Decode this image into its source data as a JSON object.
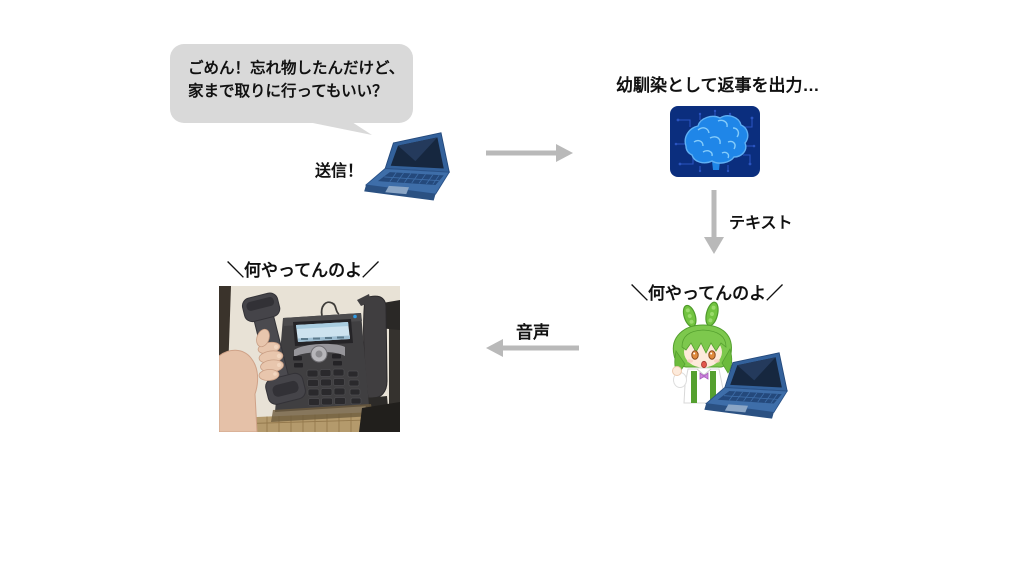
{
  "labels": {
    "bubble_line1": "ごめん！忘れ物したんだけど、",
    "bubble_line2": "家まで取りに行ってもいい？",
    "send": "送信！",
    "brain_caption": "幼馴染として返事を出力…",
    "arrow_down_label": "テキスト",
    "arrow_left_label": "音声",
    "shout_character": "＼何やってんのよ／",
    "shout_phone": "＼何やってんのよ／"
  },
  "icons": {
    "sender_laptop": "laptop-illustration",
    "ai_brain": "brain-circuit-icon",
    "character": "zundamon-character",
    "character_laptop": "laptop-illustration",
    "phone_photo": "hand-holding-desk-phone-photo",
    "arrow_right": "arrow-right",
    "arrow_down": "arrow-down",
    "arrow_left": "arrow-left"
  },
  "colors": {
    "background": "#ffffff",
    "bubble_bg": "#d9d9d9",
    "text": "#111111",
    "arrow": "#b9b9b9",
    "laptop_body": "#3e6ea9",
    "laptop_screen": "#16273f",
    "brain_panel_bg": "#0b2e7e",
    "brain_fill": "#1f86e8",
    "brain_outline": "#5fb0f4",
    "zundamon_green": "#7dc84d"
  }
}
